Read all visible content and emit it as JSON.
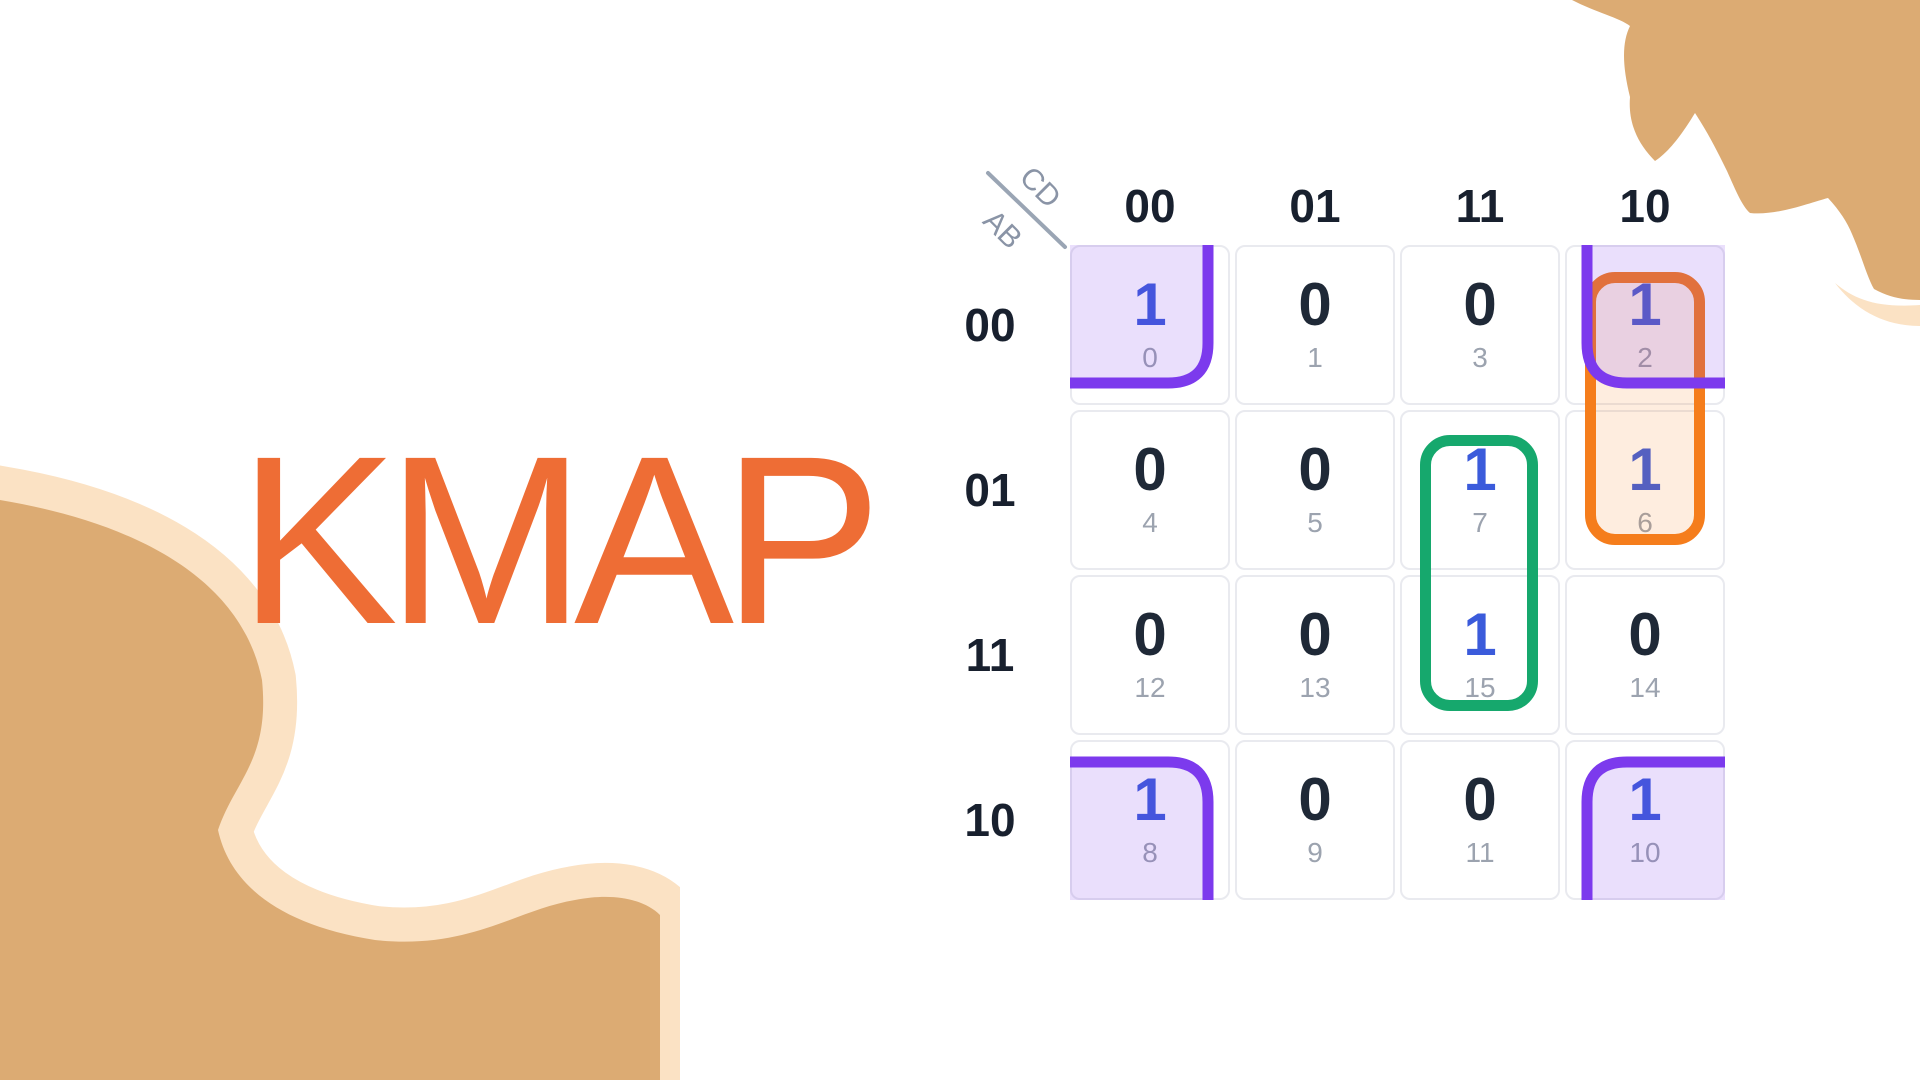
{
  "title": "KMAP",
  "kmap": {
    "corner": {
      "top_var": "CD",
      "side_var": "AB"
    },
    "col_headers": [
      "00",
      "01",
      "11",
      "10"
    ],
    "row_headers": [
      "00",
      "01",
      "11",
      "10"
    ],
    "cells": [
      {
        "index": "0",
        "value": "1"
      },
      {
        "index": "1",
        "value": "0"
      },
      {
        "index": "3",
        "value": "0"
      },
      {
        "index": "2",
        "value": "1"
      },
      {
        "index": "4",
        "value": "0"
      },
      {
        "index": "5",
        "value": "0"
      },
      {
        "index": "7",
        "value": "1"
      },
      {
        "index": "6",
        "value": "1"
      },
      {
        "index": "12",
        "value": "0"
      },
      {
        "index": "13",
        "value": "0"
      },
      {
        "index": "15",
        "value": "1"
      },
      {
        "index": "14",
        "value": "0"
      },
      {
        "index": "8",
        "value": "1"
      },
      {
        "index": "9",
        "value": "0"
      },
      {
        "index": "11",
        "value": "0"
      },
      {
        "index": "10",
        "value": "1"
      }
    ],
    "groups": [
      {
        "name": "wraparound-corners-group",
        "color": "#7c3aed",
        "cells": [
          0,
          2,
          8,
          10
        ]
      },
      {
        "name": "orange-group",
        "color": "#f57d1c",
        "cells": [
          2,
          6
        ]
      },
      {
        "name": "green-group",
        "color": "#16a86d",
        "cells": [
          7,
          15
        ]
      }
    ]
  },
  "colors": {
    "accent_orange": "#ee6d35",
    "tan": "#dcab73",
    "cream": "#fbe2c4",
    "purple": "#7c3aed",
    "purple_fill": "rgba(124,58,237,0.16)",
    "group_orange": "#f57d1c",
    "orange_fill": "rgba(245,125,28,0.14)",
    "group_green": "#16a86d",
    "value_one": "#3b5bdb",
    "value_zero": "#1f2937",
    "index_gray": "#9ca3af"
  }
}
